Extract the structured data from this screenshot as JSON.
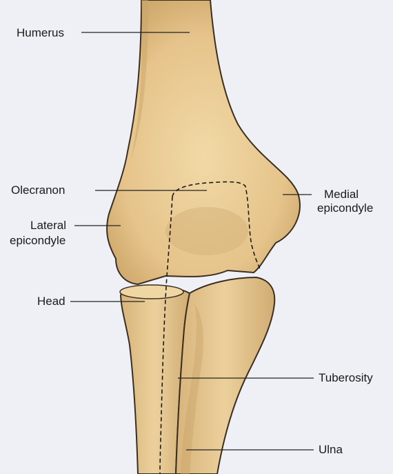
{
  "labels": {
    "humerus": "Humerus",
    "olecranon": "Olecranon",
    "medial_epicondyle_1": "Medial",
    "medial_epicondyle_2": "epicondyle",
    "lateral_epicondyle_1": "Lateral",
    "lateral_epicondyle_2": "epicondyle",
    "head": "Head",
    "tuberosity": "Tuberosity",
    "ulna": "Ulna"
  },
  "colors": {
    "bone": "#e8c790",
    "bone_shadow": "#c9a56a",
    "bone_highlight": "#f3dcae",
    "outline": "#3a2e22",
    "leader_line": "#222222",
    "background": "#eef0f6"
  }
}
